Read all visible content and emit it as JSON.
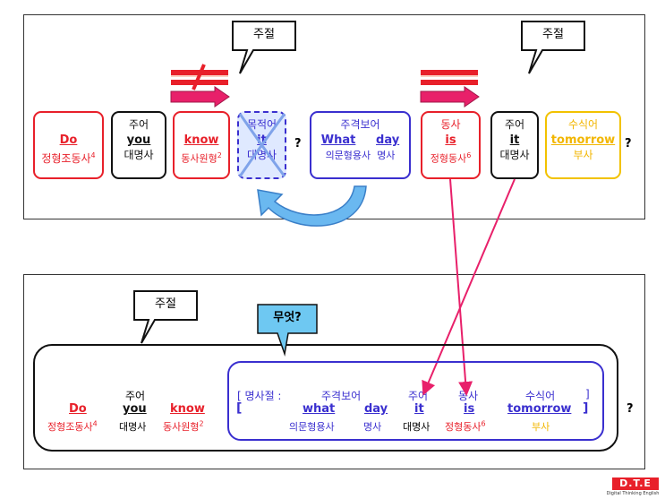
{
  "top": {
    "speech_bubbles": [
      "주절",
      "주절"
    ],
    "do": {
      "role": "",
      "word": "Do",
      "type": "정형조동사",
      "sup": "4"
    },
    "you": {
      "role": "주어",
      "word": "you",
      "type": "대명사"
    },
    "know": {
      "role": "",
      "word": "know",
      "type": "동사원형",
      "sup": "2"
    },
    "it_obj": {
      "role": "목적어",
      "word": "it",
      "type": "대명사"
    },
    "q1": "?",
    "what_day": {
      "role": "주격보어",
      "word1": "What",
      "word2": "day",
      "type1": "의문형용사",
      "type2": "명사"
    },
    "is": {
      "role": "동사",
      "word": "is",
      "type": "정형동사",
      "sup": "6"
    },
    "it_subj": {
      "role": "주어",
      "word": "it",
      "type": "대명사"
    },
    "tomorrow": {
      "role": "수식어",
      "word": "tomorrow",
      "type": "부사"
    },
    "q2": "?"
  },
  "bottom": {
    "speech_bubble": "주절",
    "what_bubble": "무엇?",
    "clause_label": "[ 명사절 :",
    "roles": {
      "you": "주어",
      "what": "주격보어",
      "it": "주어",
      "is": "동사",
      "tomorrow": "수식어"
    },
    "words": {
      "do": "Do",
      "you": "you",
      "know": "know",
      "bracket_open": "[",
      "what": "what",
      "day": "day",
      "it": "it",
      "is": "is",
      "tomorrow": "tomorrow",
      "bracket_close": "]"
    },
    "role_close": "]",
    "types": {
      "do": "정형조동사",
      "do_sup": "4",
      "you": "대명사",
      "know": "동사원형",
      "know_sup": "2",
      "what": "의문형용사",
      "day": "명사",
      "it": "대명사",
      "is": "정형동사",
      "is_sup": "6",
      "tomorrow": "부사"
    },
    "q": "?"
  },
  "logo": {
    "text": "D.T.E",
    "subtitle": "Digital Thinking English"
  }
}
